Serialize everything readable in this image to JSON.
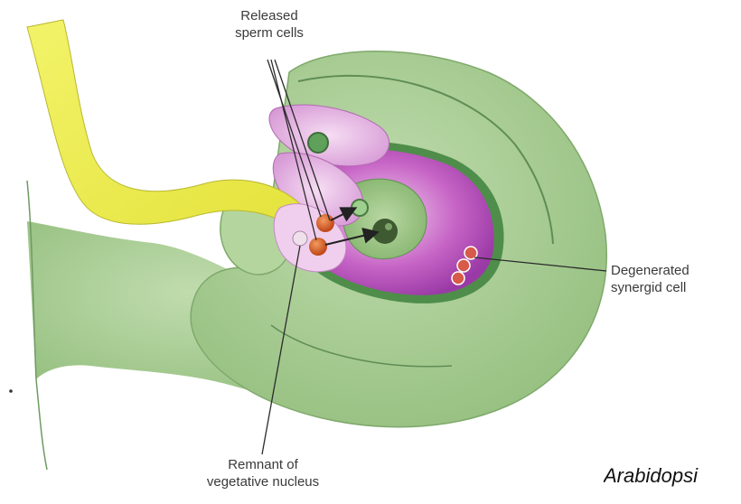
{
  "labels": {
    "released_sperm": [
      "Released",
      "sperm cells"
    ],
    "degenerated_synergid": [
      "Degenerated",
      "synergid cell"
    ],
    "remnant_nucleus": [
      "Remnant of",
      "vegetative nucleus"
    ]
  },
  "species": "Arabidopsi",
  "colors": {
    "ovule_tissue": "#a9cf93",
    "ovule_dark": "#6f9a63",
    "pollen_tube": "#ecec4a",
    "pollen_tube_edge": "#b8b830",
    "embryo_sac": "#b84fbf",
    "embryo_sac_light": "#e6c1e3",
    "central_cell_green": "#7fae6a",
    "sperm_cell": "#d2582a",
    "nucleus_dark": "#3e5a31",
    "leader_line": "#2b2b2b"
  }
}
